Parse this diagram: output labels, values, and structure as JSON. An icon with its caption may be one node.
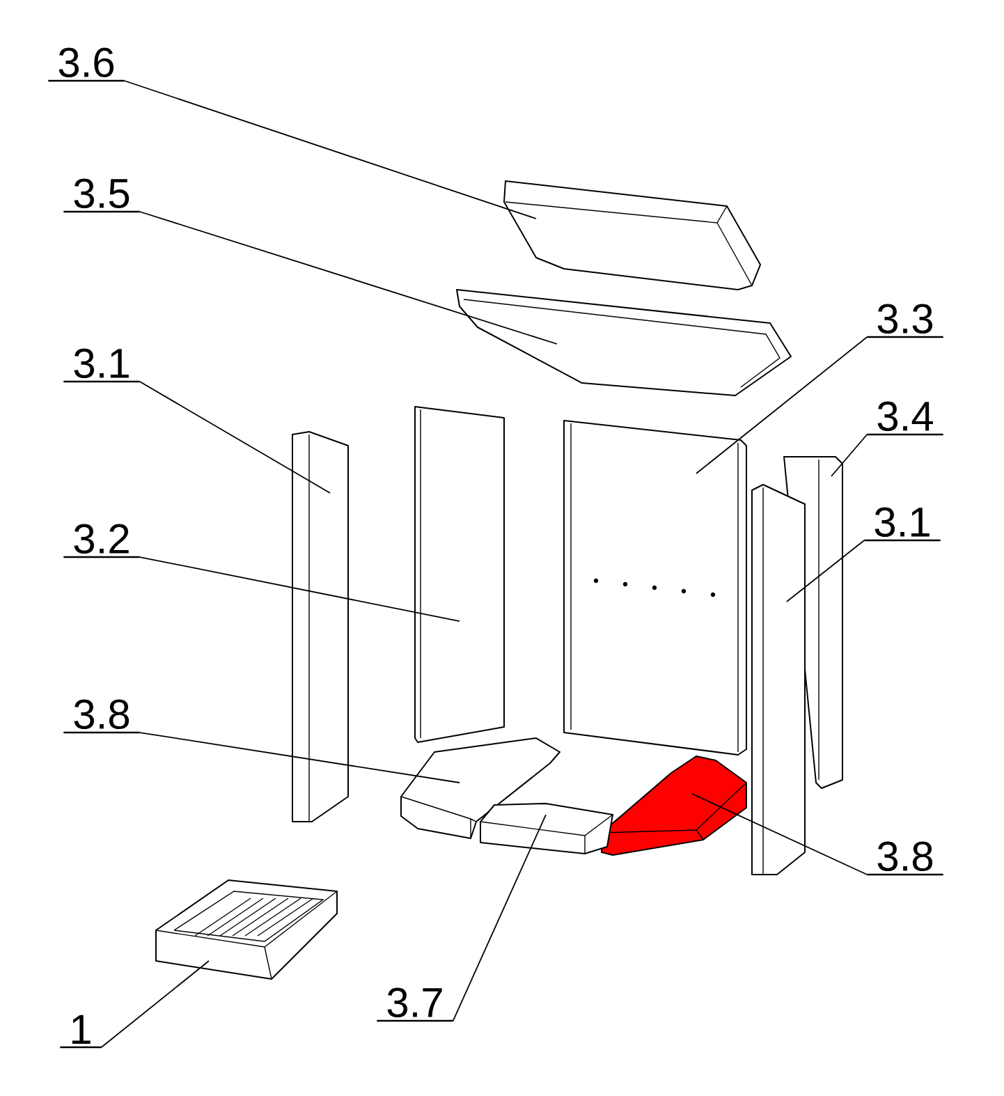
{
  "diagram": {
    "nodes": [
      {
        "text": [
          "3.6"
        ]
      },
      {
        "text": [],
        "shape": "picture"
      },
      {
        "text": [
          "3.5"
        ]
      },
      {
        "text": [],
        "shape": "picture"
      },
      {
        "text": [
          "3.3"
        ]
      },
      {
        "text": [],
        "shape": "picture"
      },
      {
        "text": [
          "3.1"
        ]
      },
      {
        "text": [],
        "shape": "picture"
      },
      {
        "text": [
          "3.4"
        ]
      },
      {
        "text": [],
        "shape": "picture"
      },
      {
        "text": [
          "3.1"
        ]
      },
      {
        "text": [],
        "shape": "picture"
      },
      {
        "text": [
          "3.2"
        ]
      },
      {
        "text": [],
        "shape": "picture"
      },
      {
        "text": [
          "3.8"
        ]
      },
      {
        "text": [],
        "shape": "picture"
      },
      {
        "text": [
          "3.8"
        ]
      },
      {
        "text": [],
        "shape": "picture"
      },
      {
        "text": [
          "3.7"
        ]
      },
      {
        "text": [],
        "shape": "picture"
      },
      {
        "text": [
          "1"
        ]
      },
      {
        "text": [],
        "shape": "picture"
      }
    ],
    "edges": [
      {
        "from": 0,
        "to": 1,
        "arrow": "none"
      },
      {
        "from": 2,
        "to": 3,
        "arrow": "none"
      },
      {
        "from": 4,
        "to": 5,
        "arrow": "none"
      },
      {
        "from": 6,
        "to": 7,
        "arrow": "none"
      },
      {
        "from": 8,
        "to": 9,
        "arrow": "none"
      },
      {
        "from": 10,
        "to": 11,
        "arrow": "none"
      },
      {
        "from": 12,
        "to": 13,
        "arrow": "none"
      },
      {
        "from": 14,
        "to": 15,
        "arrow": "none"
      },
      {
        "from": 16,
        "to": 17,
        "arrow": "none"
      },
      {
        "from": 18,
        "to": 19,
        "arrow": "none"
      },
      {
        "from": 20,
        "to": 21,
        "arrow": "none"
      }
    ]
  }
}
